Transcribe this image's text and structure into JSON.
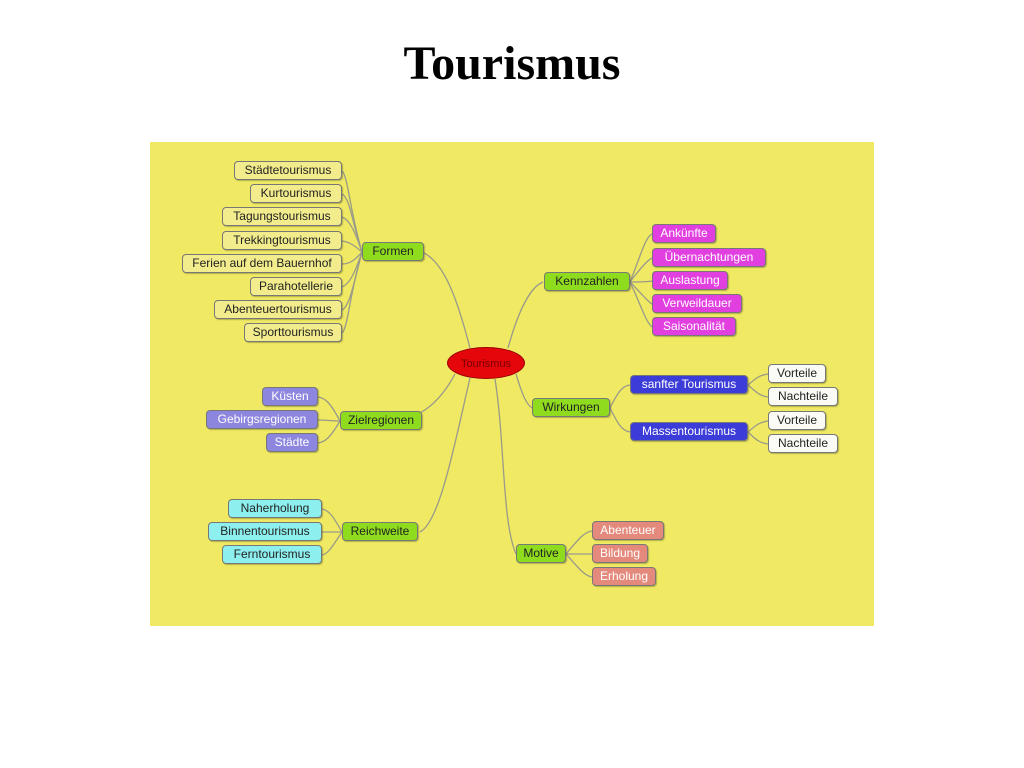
{
  "title": "Tourismus",
  "mindmap": {
    "center": "Tourismus",
    "branches": {
      "formen": {
        "label": "Formen",
        "items": [
          "Städtetourismus",
          "Kurtourismus",
          "Tagungstourismus",
          "Trekkingtourismus",
          "Ferien auf dem Bauernhof",
          "Parahotellerie",
          "Abenteuertourismus",
          "Sporttourismus"
        ]
      },
      "zielregionen": {
        "label": "Zielregionen",
        "items": [
          "Küsten",
          "Gebirgsregionen",
          "Städte"
        ]
      },
      "reichweite": {
        "label": "Reichweite",
        "items": [
          "Naherholung",
          "Binnentourismus",
          "Ferntourismus"
        ]
      },
      "kennzahlen": {
        "label": "Kennzahlen",
        "items": [
          "Ankünfte",
          "Übernachtungen",
          "Auslastung",
          "Verweildauer",
          "Saisonalität"
        ]
      },
      "wirkungen": {
        "label": "Wirkungen",
        "sanfter": {
          "label": "sanfter Tourismus",
          "items": [
            "Vorteile",
            "Nachteile"
          ]
        },
        "massen": {
          "label": "Massentourismus",
          "items": [
            "Vorteile",
            "Nachteile"
          ]
        }
      },
      "motive": {
        "label": "Motive",
        "items": [
          "Abenteuer",
          "Bildung",
          "Erholung"
        ]
      }
    }
  },
  "colors": {
    "background": "#efe964",
    "center": "#e4060a",
    "branch": "#8fdc1e",
    "formen_items": "#f2ec8c",
    "kennzahlen_items": "#e23fe0",
    "zielregionen_items": "#8c86de",
    "wirkungen_sub": "#3c3cd8",
    "wirkungen_leaves": "#fbfbf6",
    "reichweite_items": "#8ef0ee",
    "motive_items": "#e48a7c"
  }
}
